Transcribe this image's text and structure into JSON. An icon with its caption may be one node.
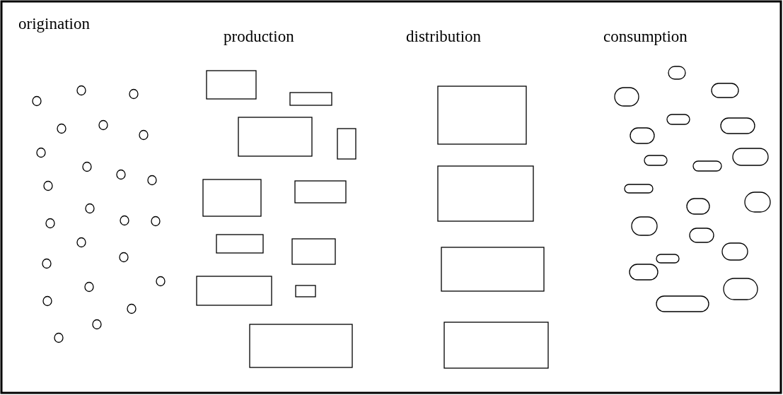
{
  "diagram": {
    "labels": [
      "origination",
      "production",
      "distribution",
      "consumption"
    ]
  }
}
